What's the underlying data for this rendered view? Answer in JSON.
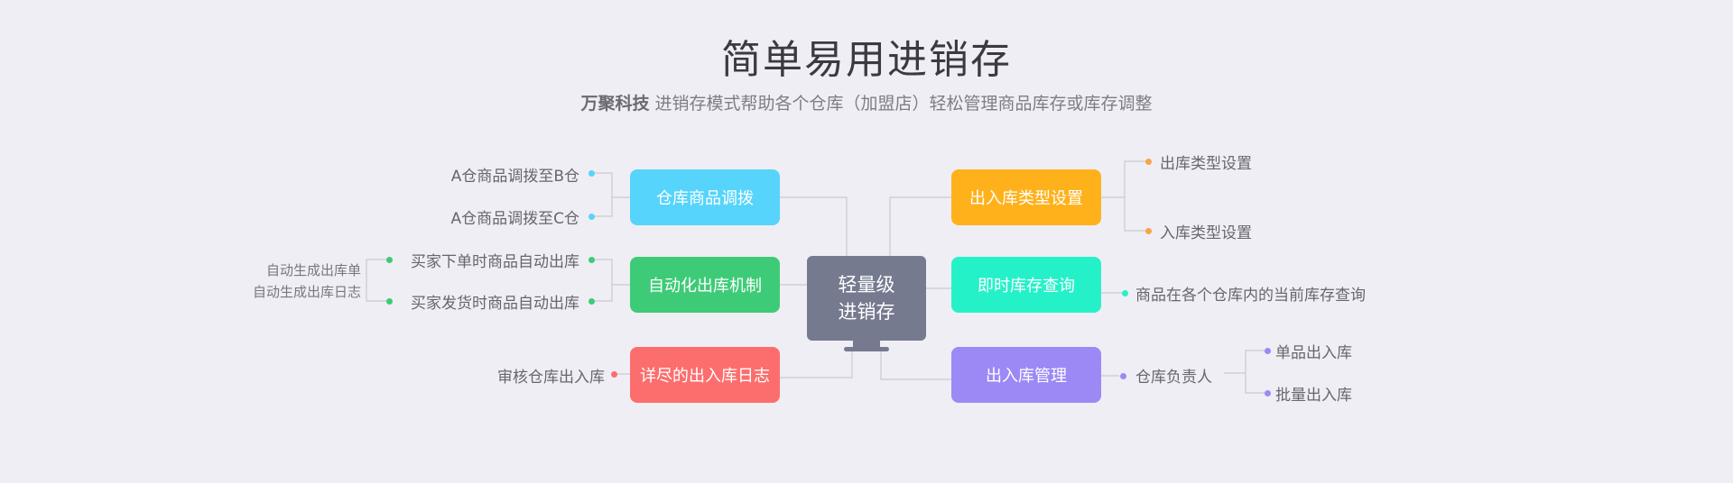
{
  "header": {
    "title": "简单易用进销存",
    "brand": "万聚科技",
    "subtitle": "进销存模式帮助各个仓库（加盟店）轻松管理商品库存或库存调整"
  },
  "center": {
    "line1": "轻量级",
    "line2": "进销存"
  },
  "left": [
    {
      "label": "仓库商品调拨",
      "color": "#56d4fb",
      "items": [
        "A仓商品调拨至B仓",
        "A仓商品调拨至C仓"
      ]
    },
    {
      "label": "自动化出库机制",
      "color": "#3ecb77",
      "items": [
        "买家下单时商品自动出库",
        "买家发货时商品自动出库"
      ],
      "notes": [
        "自动生成出库单",
        "自动生成出库日志"
      ]
    },
    {
      "label": "详尽的出入库日志",
      "color": "#fc6e6e",
      "items": [
        "审核仓库出入库"
      ]
    }
  ],
  "right": [
    {
      "label": "出入库类型设置",
      "color": "#ffb11c",
      "items": [
        "出库类型设置",
        "入库类型设置"
      ]
    },
    {
      "label": "即时库存查询",
      "color": "#25f1c9",
      "items": [
        "商品在各个仓库内的当前库存查询"
      ]
    },
    {
      "label": "出入库管理",
      "color": "#9c89f5",
      "items": [
        "仓库负责人"
      ],
      "subitems": [
        "单品出入库",
        "批量出入库"
      ]
    }
  ],
  "line_color": "#c9c9cf"
}
